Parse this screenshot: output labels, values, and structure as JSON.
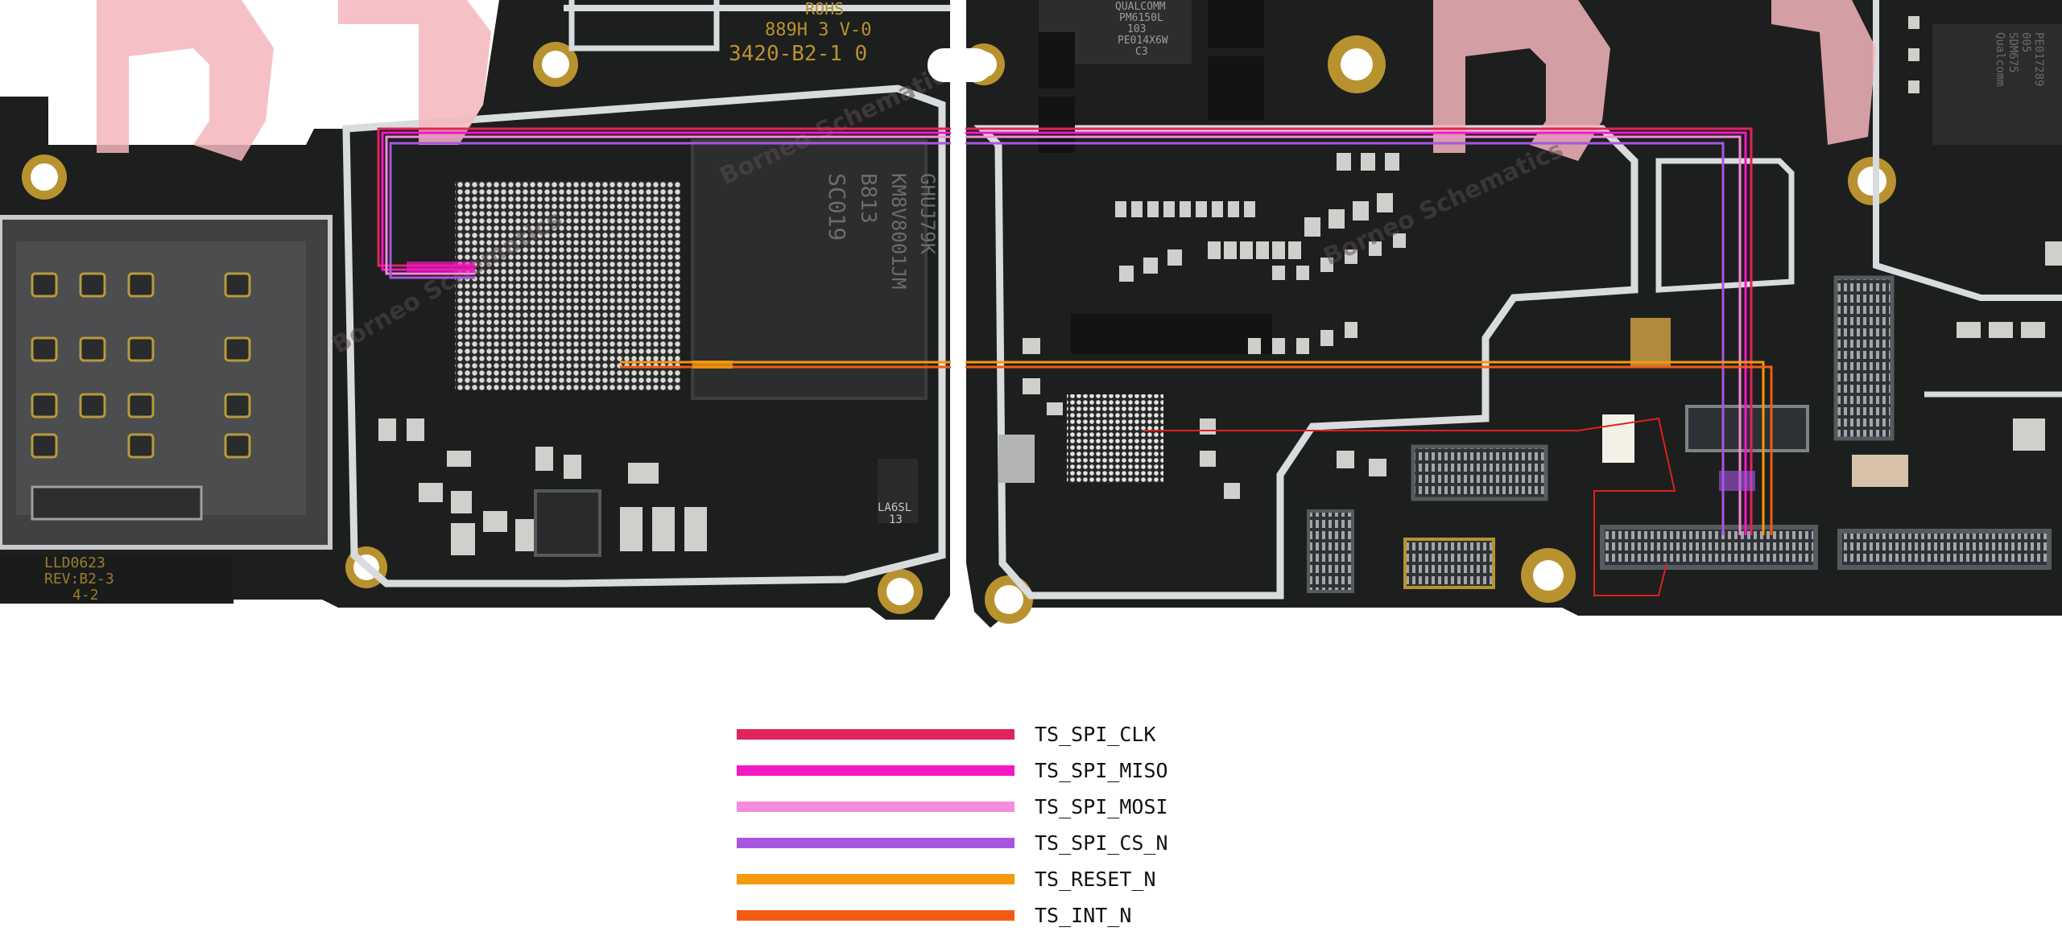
{
  "board": {
    "silkscreen_left": [
      "ROHS",
      "889H 3 V-0",
      "3420-B2-1 0"
    ],
    "memory_chip_text": [
      "SC019",
      "B813",
      "KM8V8001JM",
      "GHUJ79K"
    ],
    "pmic_text": [
      "QUALCOMM",
      "PM6150L",
      "103",
      "PE014X6W",
      "C3"
    ],
    "right_chip_text": [
      "Qualcomm",
      "SDM675",
      "005",
      "PE017289"
    ],
    "board_rev_text": [
      "LLD0623",
      "REV:B2-3",
      "4-2"
    ],
    "small_part_text": [
      "LA6SL",
      "13"
    ],
    "watermark_text": "Borneo Schematics"
  },
  "legend": {
    "items": [
      {
        "label": "TS_SPI_CLK",
        "color": "#e0245e"
      },
      {
        "label": "TS_SPI_MISO",
        "color": "#f417c4"
      },
      {
        "label": "TS_SPI_MOSI",
        "color": "#f58bdc"
      },
      {
        "label": "TS_SPI_CS_N",
        "color": "#a855e3"
      },
      {
        "label": "TS_RESET_N",
        "color": "#f59a0b"
      },
      {
        "label": "TS_INT_N",
        "color": "#f25c12"
      }
    ]
  },
  "colors": {
    "pcb": "#1d1f1e",
    "shield": "#d8dcde",
    "copper": "#b8922f",
    "pad_silver": "#cfd0cc",
    "connector": "#3e4247",
    "int_trace": "#e01f1f",
    "logo_watermark": "#f4b6bc"
  }
}
